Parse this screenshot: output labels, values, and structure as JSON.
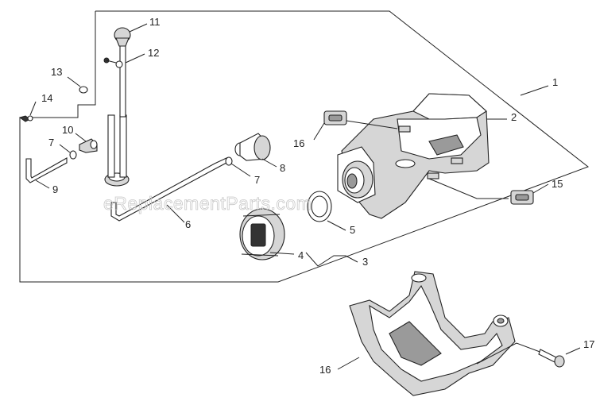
{
  "watermark": "eReplacementParts.com",
  "callouts": {
    "n1": "1",
    "n2": "2",
    "n3": "3",
    "n4": "4",
    "n5": "5",
    "n6": "6",
    "n7a": "7",
    "n7b": "7",
    "n8": "8",
    "n9": "9",
    "n10": "10",
    "n11": "11",
    "n12": "12",
    "n13": "13",
    "n14": "14",
    "n15": "15",
    "n16a": "16",
    "n16b": "16",
    "n17": "17"
  }
}
